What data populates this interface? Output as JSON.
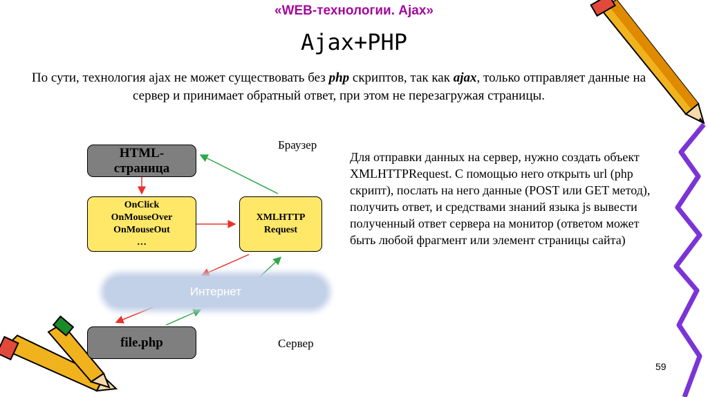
{
  "header": "«WEB-технологии. Ajax»",
  "title": "Ajax+PHP",
  "intro": {
    "p1": "По сути, технология ajax не может существовать без ",
    "php": "php",
    "p2": " скриптов, так как ",
    "ajax": "ajax",
    "p3": ", только отправляет данные на сервер и принимает обратный ответ, при этом не перезагружая страницы."
  },
  "diagram": {
    "browser_caption": "Браузер",
    "server_caption": "Сервер",
    "html_page": [
      "HTML-",
      "страница"
    ],
    "events": [
      "OnClick",
      "OnMouseOver",
      "OnMouseOut",
      "…"
    ],
    "xmlhttp": [
      "XMLHTTP",
      "Request"
    ],
    "internet": "Интернет",
    "file": "file.php",
    "arrow_color_red": "#e8322a",
    "arrow_color_green": "#2ea84a",
    "box_gray": "#7f7f7f",
    "box_yellow": "#ffe868",
    "internet_color": "#c3d1e8"
  },
  "side_text": "Для отправки данных на сервер, нужно создать объект XMLHTTPRequest. С помощью него открыть url (php скрипт), послать на него данные (POST или GET метод), получить ответ, и средствами знаний языка js вывести полученный ответ сервера на монитор (ответом может быть любой фрагмент или элемент страницы сайта)",
  "page_number": "59",
  "colors": {
    "header": "#a3099b"
  },
  "decorations": [
    "pencil-icon-top-right",
    "pencil-icon-bottom-left",
    "squiggle-line-right"
  ]
}
